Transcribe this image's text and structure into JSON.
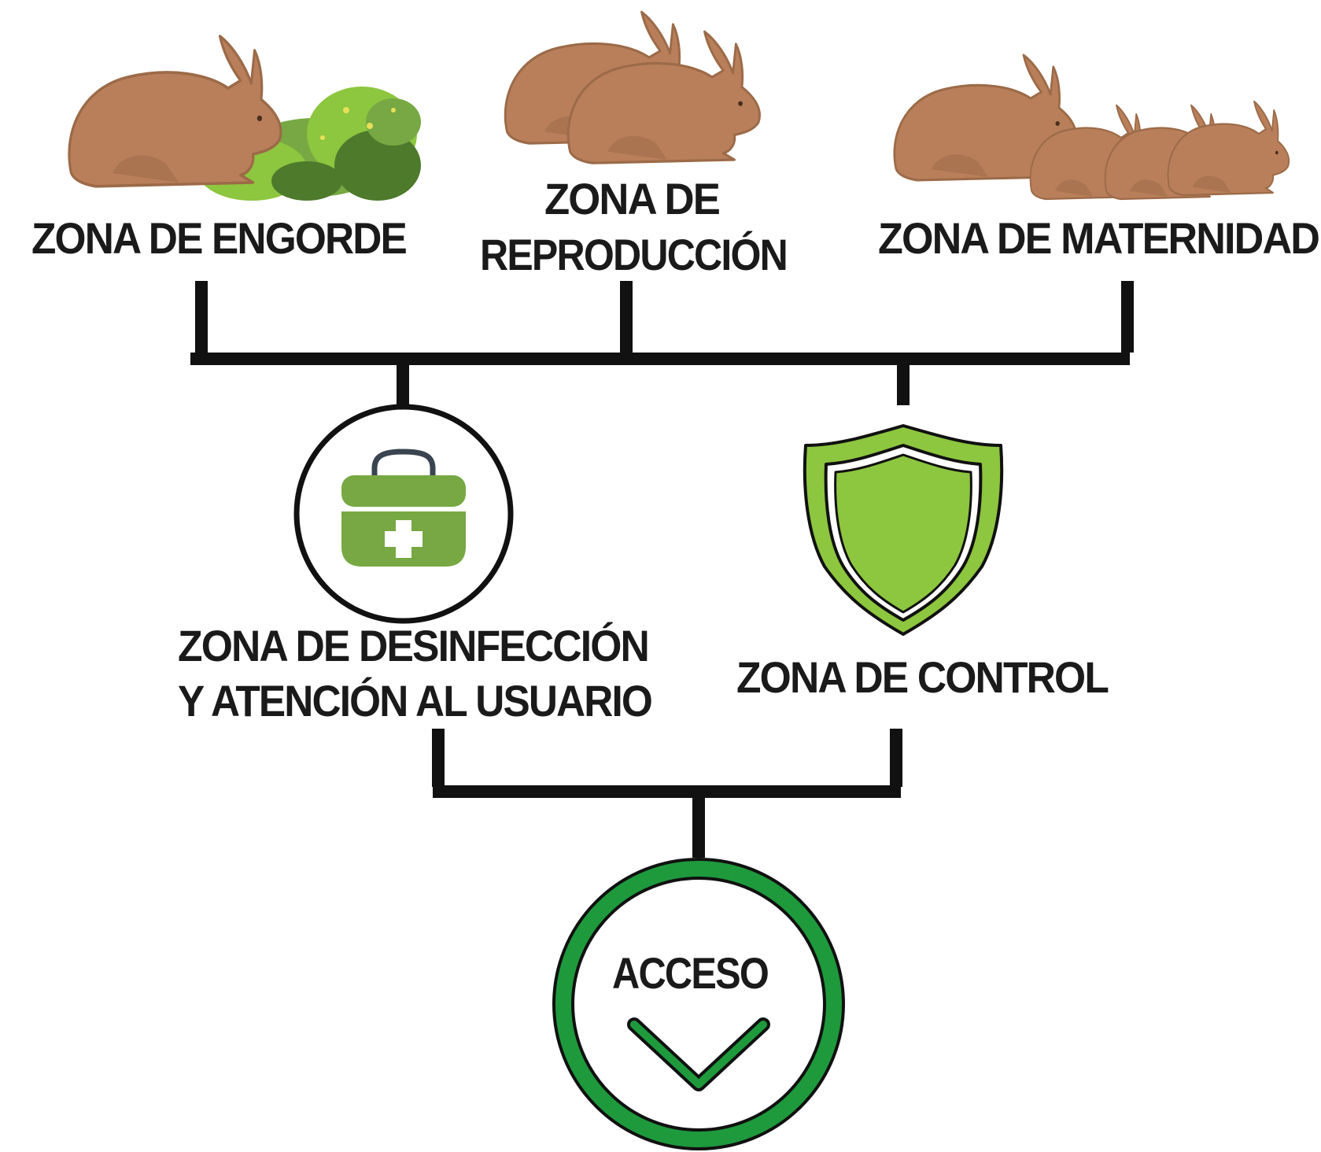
{
  "zones": {
    "engorde": {
      "label": "ZONA DE ENGORDE",
      "icon": "rabbit-with-bush-icon"
    },
    "reproduccion": {
      "line1": "ZONA DE",
      "line2": "REPRODUCCIÓN",
      "icon": "two-rabbits-icon"
    },
    "maternidad": {
      "label": "ZONA DE MATERNIDAD",
      "icon": "rabbit-family-icon"
    },
    "desinfeccion": {
      "line1": "ZONA DE DESINFECCIÓN",
      "line2": "Y ATENCIÓN AL USUARIO",
      "icon": "first-aid-kit-icon"
    },
    "control": {
      "label": "ZONA DE CONTROL",
      "icon": "shield-icon"
    },
    "acceso": {
      "label": "ACCESO",
      "icon": "chevron-down-icon"
    }
  },
  "colors": {
    "rabbit": "#b87f5a",
    "rabbit_shadow": "#9c6a48",
    "green_light": "#8dc63f",
    "green_mid": "#77a843",
    "green_dark": "#4e7a2b",
    "access_green": "#1e9a3c",
    "line": "#111111"
  }
}
